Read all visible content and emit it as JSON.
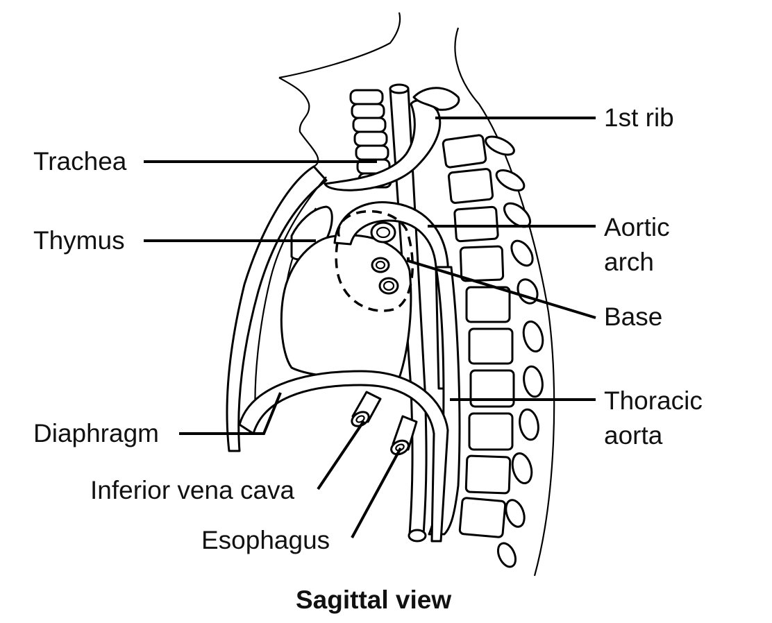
{
  "caption": "Sagittal view",
  "labels": {
    "trachea": "Trachea",
    "thymus": "Thymus",
    "diaphragm": "Diaphragm",
    "inferior_vena_cava": "Inferior vena cava",
    "esophagus": "Esophagus",
    "first_rib": "1st rib",
    "aortic_arch_line1": "Aortic",
    "aortic_arch_line2": "arch",
    "base": "Base",
    "thoracic_aorta_line1": "Thoracic",
    "thoracic_aorta_line2": "aorta"
  },
  "colors": {
    "line": "#000000",
    "fill": "#ffffff",
    "text": "#111111"
  }
}
